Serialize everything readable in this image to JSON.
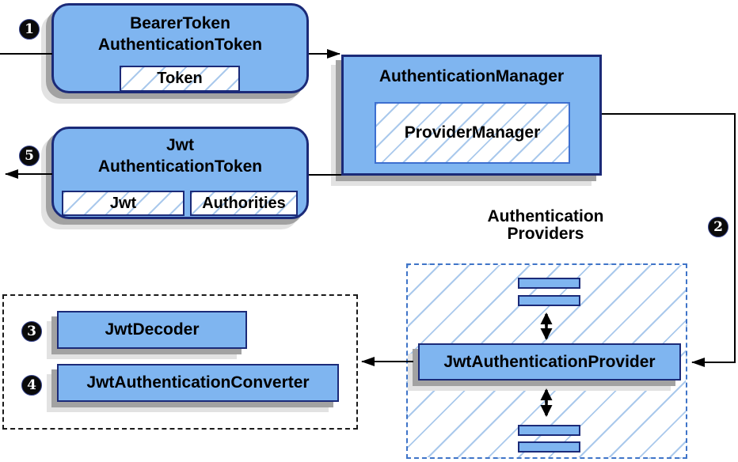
{
  "colors": {
    "node_fill": "#7fb5f0",
    "node_border": "#1b2a78",
    "hatch_line": "#aac9ec",
    "providers_border": "#3f74c8",
    "tools_border": "#1a1a1a",
    "shadow_dark": "#a2a2a2",
    "shadow_light": "#e2e2e2",
    "line": "#000000",
    "step_fill": "#0a0a0a",
    "step_text": "#ffffff"
  },
  "steps": {
    "s1": "1",
    "s2": "2",
    "s3": "3",
    "s4": "4",
    "s5": "5"
  },
  "nodes": {
    "bearer_token": {
      "title": [
        "BearerToken",
        "AuthenticationToken"
      ],
      "chip": "Token"
    },
    "authentication_manager": {
      "title": "AuthenticationManager",
      "chip": "ProviderManager"
    },
    "jwt_authentication_token": {
      "title": [
        "Jwt",
        "AuthenticationToken"
      ],
      "chips": [
        "Jwt",
        "Authorities"
      ]
    },
    "providers_group": {
      "label": [
        "Authentication",
        "Providers"
      ],
      "provider": "JwtAuthenticationProvider"
    },
    "tools_group": {
      "decoder": "JwtDecoder",
      "converter": "JwtAuthenticationConverter"
    }
  }
}
